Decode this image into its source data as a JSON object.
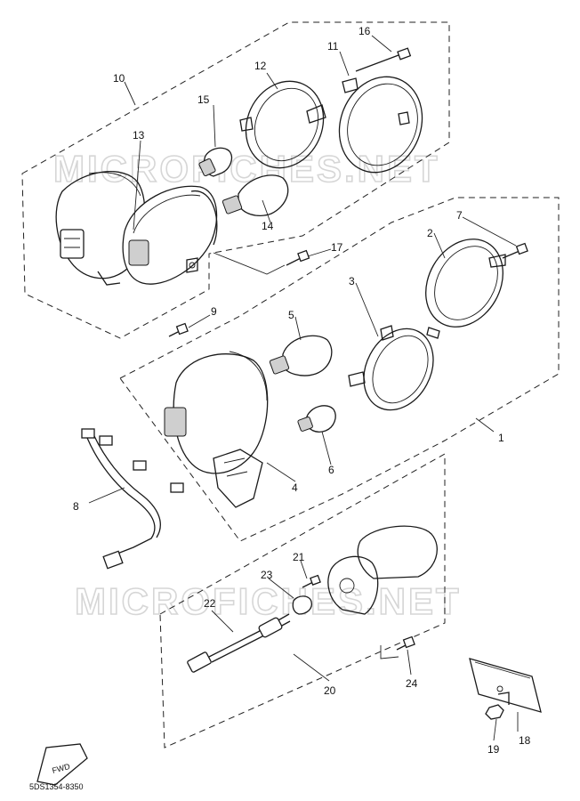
{
  "watermark": "MICROFICHES.NET",
  "callouts": {
    "c1": "1",
    "c2": "2",
    "c3": "3",
    "c4": "4",
    "c5": "5",
    "c6": "6",
    "c7": "7",
    "c8": "8",
    "c9": "9",
    "c10": "10",
    "c11": "11",
    "c12": "12",
    "c13": "13",
    "c14": "14",
    "c15": "15",
    "c16": "16",
    "c17": "17",
    "c18": "18",
    "c19": "19",
    "c20": "20",
    "c21": "21",
    "c22": "22",
    "c23": "23",
    "c24": "24"
  },
  "fwd_label": "FWD",
  "footer_code": "5DS1354-8350"
}
